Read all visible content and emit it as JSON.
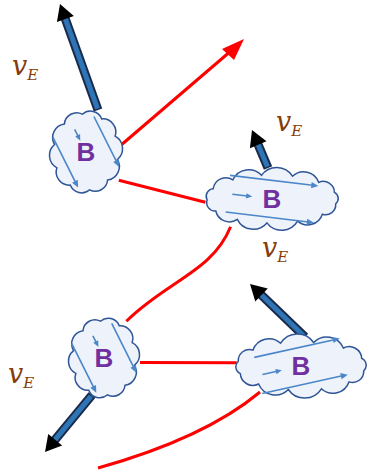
{
  "diagram": {
    "nodes": [
      {
        "text": [
          "B"
        ]
      },
      {
        "text": [
          "B"
        ]
      },
      {
        "text": [
          "B"
        ]
      },
      {
        "text": [
          "B"
        ]
      }
    ],
    "edges": [
      {
        "from": 0,
        "to": 1,
        "arrow": "none"
      },
      {
        "from": 1,
        "to": 2,
        "arrow": "none"
      },
      {
        "from": 2,
        "to": 3,
        "arrow": "none"
      }
    ],
    "labels": [
      "vE",
      "vE",
      "vE",
      "vE"
    ]
  }
}
